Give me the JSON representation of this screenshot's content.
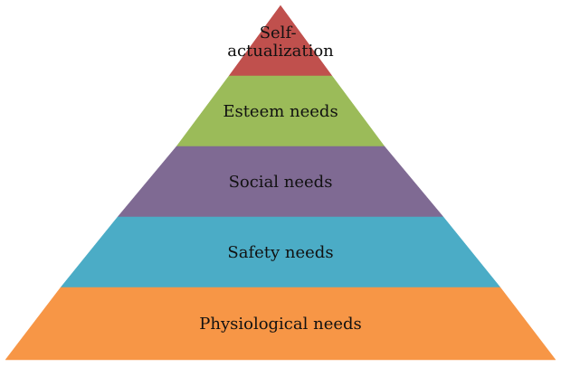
{
  "pyramid": {
    "tiers": [
      {
        "key": "self-actualization",
        "label_lines": [
          "Self-",
          "actualization"
        ],
        "color": "#C0504D"
      },
      {
        "key": "esteem",
        "label_lines": [
          "Esteem needs"
        ],
        "color": "#9BBB59"
      },
      {
        "key": "social",
        "label_lines": [
          "Social needs"
        ],
        "color": "#7F6A93"
      },
      {
        "key": "safety",
        "label_lines": [
          "Safety needs"
        ],
        "color": "#4BACC6"
      },
      {
        "key": "physiological",
        "label_lines": [
          "Physiological needs"
        ],
        "color": "#F79646"
      }
    ]
  }
}
